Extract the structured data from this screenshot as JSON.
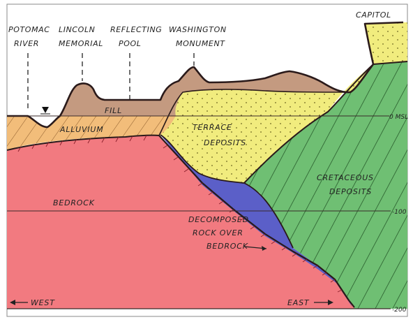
{
  "labels": {
    "potomac_line1": "POTOMAC",
    "potomac_line2": "RIVER",
    "lincoln_line1": "LINCOLN",
    "lincoln_line2": "MEMORIAL",
    "reflecting_line1": "REFLECTING",
    "reflecting_line2": "POOL",
    "washington_line1": "WASHINGTON",
    "washington_line2": "MONUMENT",
    "capitol": "CAPITOL",
    "fill": "FILL",
    "alluvium": "ALLUVIUM",
    "terrace_line1": "TERRACE",
    "terrace_line2": "DEPOSITS",
    "cretaceous_line1": "CRETACEOUS",
    "cretaceous_line2": "DEPOSITS",
    "bedrock": "BEDROCK",
    "decomposed_line1": "DECOMPOSED",
    "decomposed_line2": "ROCK OVER",
    "decomposed_line3": "BEDROCK",
    "west": "WEST",
    "east": "EAST",
    "elev_0": "0 MSL",
    "elev_100": "-100",
    "elev_200": "-200"
  },
  "colors": {
    "bedrock": "#f27a80",
    "cretaceous": "#6fbf73",
    "terrace": "#f1ec7e",
    "alluvium": "#f2bd7a",
    "fill": "#c49a80",
    "decomposed": "#5b5fc8",
    "outline": "#2a1a1a"
  }
}
